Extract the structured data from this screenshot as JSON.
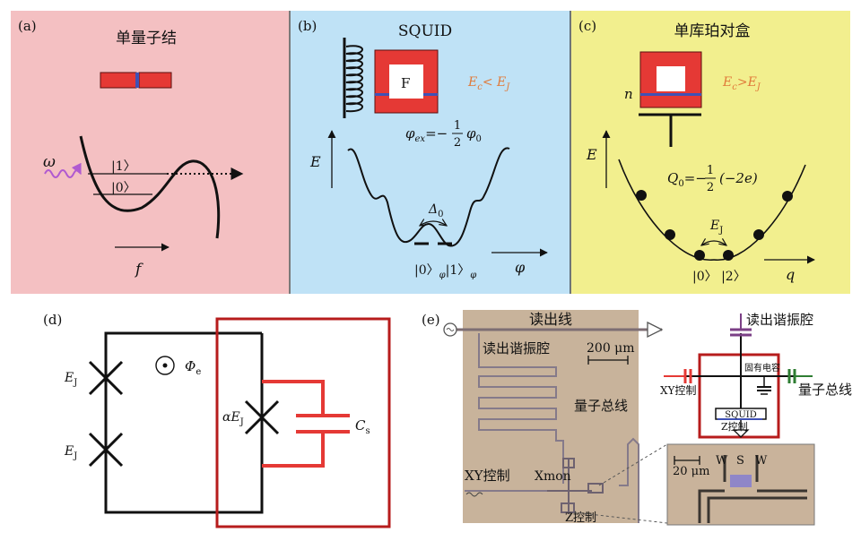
{
  "panel_a": {
    "label": "(a)",
    "title": "单量子结",
    "omega": "ω",
    "state1": "|1〉",
    "state0": "|0〉",
    "axis": "f"
  },
  "panel_b": {
    "label": "(b)",
    "title": "SQUID",
    "flux": "F",
    "cond_lhs": "E",
    "cond_lhs_sub": "c",
    "cond_op": "< E",
    "cond_rhs_sub": "J",
    "phi_ex_lhs": "φ",
    "phi_ex_sub": "ex",
    "phi_ex_eq": "=−",
    "frac_num": "1",
    "frac_den": "2",
    "phi_ex_rhs": "φ",
    "phi_ex_rhs_sub": "0",
    "energy": "E",
    "delta": "Δ",
    "delta_sub": "0",
    "states": "|0〉",
    "states_sub1": "φ",
    "states2": "|1〉",
    "states_sub2": "φ",
    "axis": "φ"
  },
  "panel_c": {
    "label": "(c)",
    "title": "单库珀对盒",
    "n": "n",
    "cond_lhs": "E",
    "cond_lhs_sub": "c",
    "cond_op": ">E",
    "cond_rhs_sub": "J",
    "energy": "E",
    "q0_lhs": "Q",
    "q0_sub": "0",
    "q0_eq": "=−",
    "frac_num": "1",
    "frac_den": "2",
    "q0_rhs": "(−2e)",
    "ej": "E",
    "ej_sub": "J",
    "states": "|0〉 |2〉",
    "axis": "q"
  },
  "panel_d": {
    "label": "(d)",
    "ej_top": "E",
    "ej_top_sub": "J",
    "ej_bottom": "E",
    "ej_bottom_sub": "J",
    "phi_e": "Φ",
    "phi_e_sub": "e",
    "alpha_ej": "αE",
    "alpha_ej_sub": "J",
    "cs": "C",
    "cs_sub": "s"
  },
  "panel_e": {
    "label": "(e)",
    "readout_line": "读出线",
    "readout_resonator": "读出谐振腔",
    "scale_200": "200 μm",
    "quantum_bus": "量子总线",
    "xy_control": "XY控制",
    "xmon": "Xmon",
    "z_control": "Z控制",
    "schematic_resonator": "读出谐振腔",
    "intrinsic_cap": "固有电容",
    "schematic_xy": "XY控制",
    "schematic_bus": "量子总线",
    "schematic_squid": "SQUID",
    "schematic_z": "Z控制",
    "scale_20": "20 μm",
    "w1": "W",
    "s": "S",
    "w2": "W"
  },
  "colors": {
    "panel_a_bg": "#f4c0c2",
    "panel_b_bg": "#bfe2f6",
    "panel_c_bg": "#f2ef8e",
    "junction_red": "#e53935",
    "junction_blue": "#3f51b5",
    "frame_red": "#b71c1c",
    "photon_purple": "#b05ad0",
    "bus_green": "#2e7d32"
  }
}
